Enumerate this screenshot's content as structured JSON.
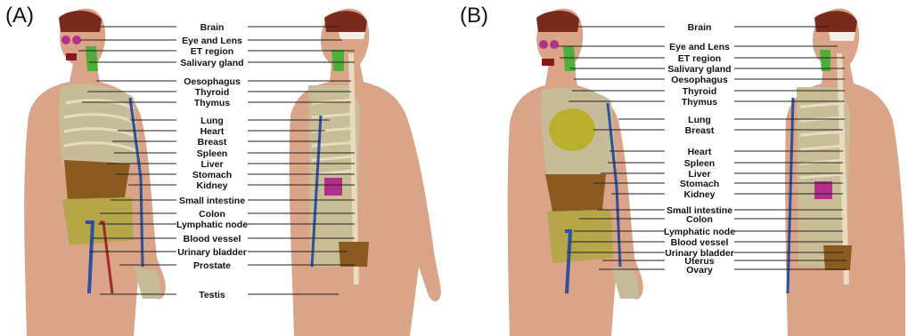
{
  "panels": [
    {
      "letter": "(A)",
      "labels": [
        "Brain",
        "Eye and Lens",
        "ET region",
        "Salivary gland",
        "Oesophagus",
        "Thyroid",
        "Thymus",
        "Lung",
        "Heart",
        "Breast",
        "Spleen",
        "Liver",
        "Stomach",
        "Kidney",
        "Small intestine",
        "Colon",
        "Lymphatic node",
        "Blood vessel",
        "Urinary bladder",
        "Prostate",
        "Testis"
      ]
    },
    {
      "letter": "(B)",
      "labels": [
        "Brain",
        "Eye and Lens",
        "ET region",
        "Salivary gland",
        "Oesophagus",
        "Thyroid",
        "Thymus",
        "Lung",
        "Breast",
        "Heart",
        "Spleen",
        "Liver",
        "Stomach",
        "Kidney",
        "Small intestine",
        "Colon",
        "Lymphatic node",
        "Blood vessel",
        "Urinary bladder",
        "Uterus",
        "Ovary"
      ]
    }
  ],
  "colors": {
    "skin": "#d9a487",
    "skin_dark": "#b9806a",
    "bone": "#cdbf98",
    "brain": "#7a2a1c",
    "lung": "#b7ad8a",
    "liver": "#8b5a1e",
    "vessel_blue": "#2f4f9f",
    "vessel_red": "#a3282a",
    "green": "#4fae3a",
    "magenta": "#b0308a",
    "breast": "#b8b02c"
  }
}
